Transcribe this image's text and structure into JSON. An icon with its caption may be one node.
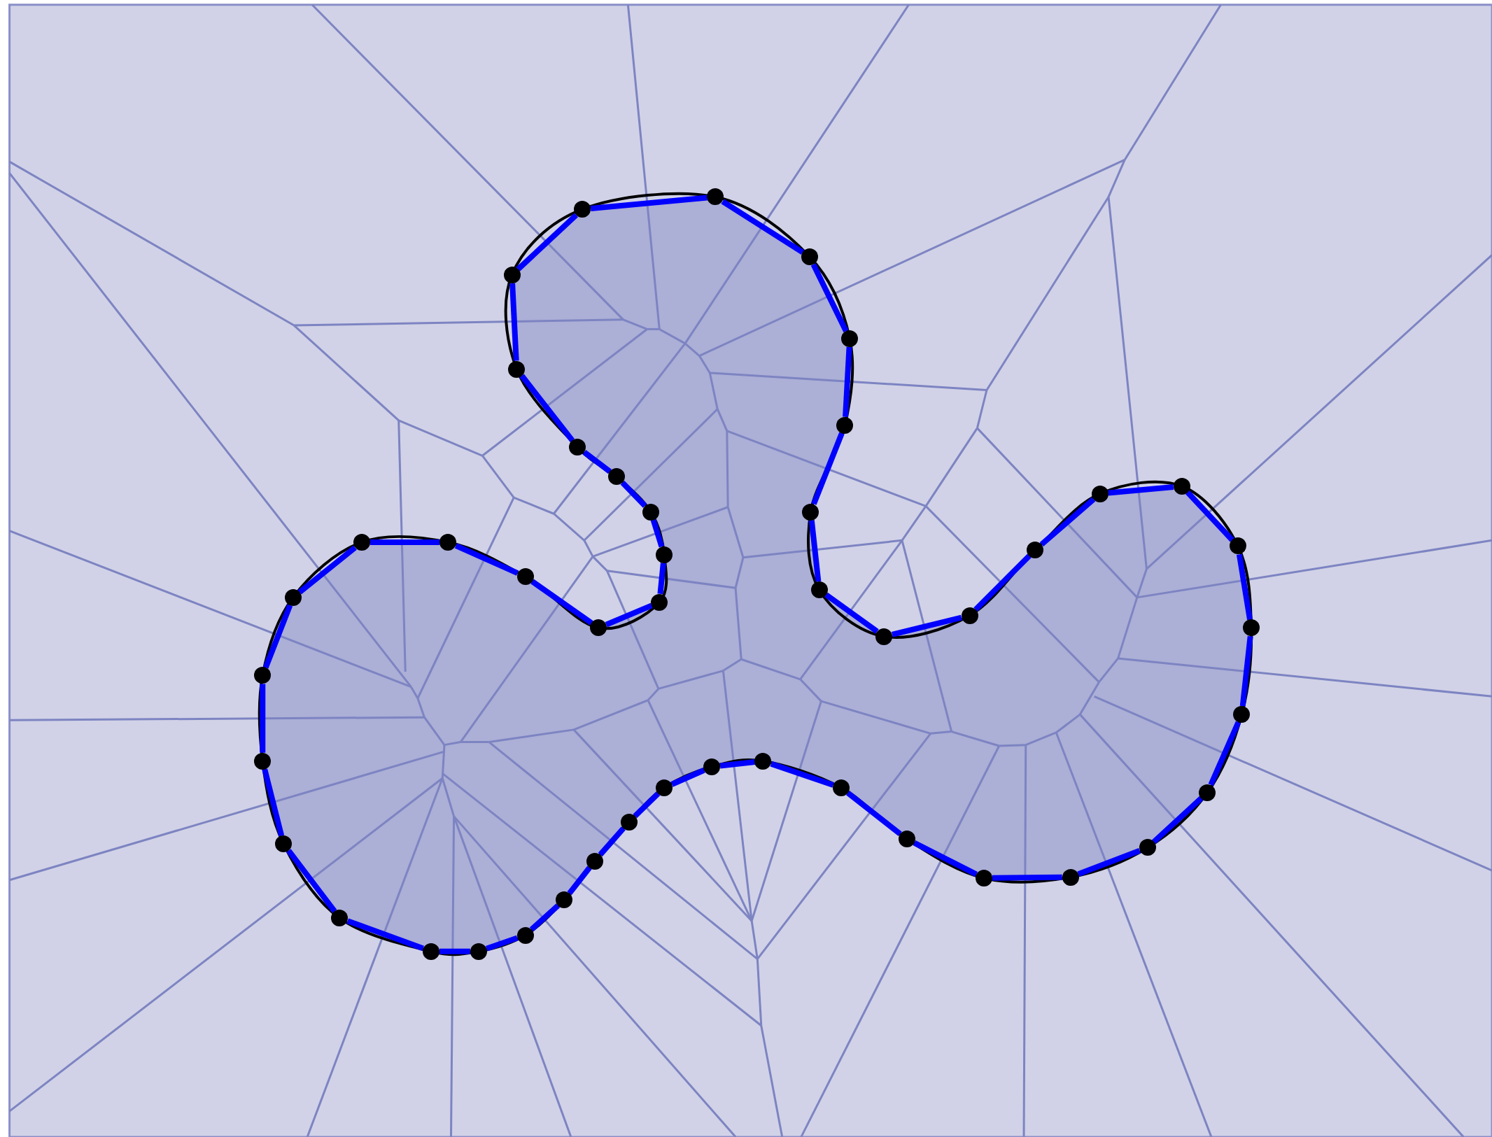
{
  "diagram": {
    "nodes": [
      {
        "text": [],
        "shape": "circle"
      },
      {
        "text": [],
        "shape": "circle"
      },
      {
        "text": [],
        "shape": "circle"
      },
      {
        "text": [],
        "shape": "circle"
      },
      {
        "text": [],
        "shape": "circle"
      },
      {
        "text": [],
        "shape": "circle"
      },
      {
        "text": [],
        "shape": "circle"
      },
      {
        "text": [],
        "shape": "circle"
      },
      {
        "text": [],
        "shape": "circle"
      },
      {
        "text": [],
        "shape": "circle"
      },
      {
        "text": [],
        "shape": "circle"
      },
      {
        "text": [],
        "shape": "circle"
      },
      {
        "text": [],
        "shape": "circle"
      },
      {
        "text": [],
        "shape": "circle"
      },
      {
        "text": [],
        "shape": "circle"
      },
      {
        "text": [],
        "shape": "circle"
      },
      {
        "text": [],
        "shape": "circle"
      },
      {
        "text": [],
        "shape": "circle"
      },
      {
        "text": [],
        "shape": "circle"
      },
      {
        "text": [],
        "shape": "circle"
      },
      {
        "text": [],
        "shape": "circle"
      },
      {
        "text": [],
        "shape": "circle"
      },
      {
        "text": [],
        "shape": "circle"
      },
      {
        "text": [],
        "shape": "circle"
      },
      {
        "text": [],
        "shape": "circle"
      },
      {
        "text": [],
        "shape": "circle"
      },
      {
        "text": [],
        "shape": "circle"
      },
      {
        "text": [],
        "shape": "circle"
      },
      {
        "text": [],
        "shape": "circle"
      },
      {
        "text": [],
        "shape": "circle"
      },
      {
        "text": [],
        "shape": "circle"
      },
      {
        "text": [],
        "shape": "circle"
      },
      {
        "text": [],
        "shape": "circle"
      },
      {
        "text": [],
        "shape": "circle"
      },
      {
        "text": [],
        "shape": "circle"
      },
      {
        "text": [],
        "shape": "circle"
      },
      {
        "text": [],
        "shape": "circle"
      },
      {
        "text": [],
        "shape": "circle"
      },
      {
        "text": [],
        "shape": "circle"
      },
      {
        "text": [],
        "shape": "circle"
      },
      {
        "text": [],
        "shape": "circle"
      },
      {
        "text": [],
        "shape": "circle"
      },
      {
        "text": [],
        "shape": "circle"
      },
      {
        "text": [],
        "shape": "circle"
      },
      {
        "text": [],
        "shape": "circle"
      },
      {
        "text": [],
        "shape": "circle"
      }
    ],
    "edges": [
      {
        "from": 0,
        "to": 1,
        "arrow": "none"
      },
      {
        "from": 1,
        "to": 2,
        "arrow": "none"
      },
      {
        "from": 2,
        "to": 3,
        "arrow": "none"
      },
      {
        "from": 3,
        "to": 4,
        "arrow": "none"
      },
      {
        "from": 4,
        "to": 5,
        "arrow": "none"
      },
      {
        "from": 5,
        "to": 6,
        "arrow": "none"
      },
      {
        "from": 6,
        "to": 7,
        "arrow": "none"
      },
      {
        "from": 7,
        "to": 8,
        "arrow": "none"
      },
      {
        "from": 8,
        "to": 9,
        "arrow": "none"
      },
      {
        "from": 9,
        "to": 10,
        "arrow": "none"
      },
      {
        "from": 10,
        "to": 11,
        "arrow": "none"
      },
      {
        "from": 11,
        "to": 12,
        "arrow": "none"
      },
      {
        "from": 12,
        "to": 13,
        "arrow": "none"
      },
      {
        "from": 13,
        "to": 14,
        "arrow": "none"
      },
      {
        "from": 14,
        "to": 15,
        "arrow": "none"
      },
      {
        "from": 15,
        "to": 16,
        "arrow": "none"
      },
      {
        "from": 16,
        "to": 17,
        "arrow": "none"
      },
      {
        "from": 17,
        "to": 18,
        "arrow": "none"
      },
      {
        "from": 18,
        "to": 19,
        "arrow": "none"
      },
      {
        "from": 19,
        "to": 20,
        "arrow": "none"
      },
      {
        "from": 20,
        "to": 21,
        "arrow": "none"
      },
      {
        "from": 21,
        "to": 22,
        "arrow": "none"
      },
      {
        "from": 22,
        "to": 23,
        "arrow": "none"
      },
      {
        "from": 23,
        "to": 24,
        "arrow": "none"
      },
      {
        "from": 24,
        "to": 25,
        "arrow": "none"
      },
      {
        "from": 25,
        "to": 26,
        "arrow": "none"
      },
      {
        "from": 26,
        "to": 27,
        "arrow": "none"
      },
      {
        "from": 27,
        "to": 28,
        "arrow": "none"
      },
      {
        "from": 28,
        "to": 29,
        "arrow": "none"
      },
      {
        "from": 29,
        "to": 30,
        "arrow": "none"
      },
      {
        "from": 30,
        "to": 31,
        "arrow": "none"
      },
      {
        "from": 31,
        "to": 32,
        "arrow": "none"
      },
      {
        "from": 32,
        "to": 33,
        "arrow": "none"
      },
      {
        "from": 33,
        "to": 34,
        "arrow": "none"
      },
      {
        "from": 34,
        "to": 35,
        "arrow": "none"
      },
      {
        "from": 35,
        "to": 36,
        "arrow": "none"
      },
      {
        "from": 36,
        "to": 37,
        "arrow": "none"
      },
      {
        "from": 37,
        "to": 38,
        "arrow": "none"
      },
      {
        "from": 38,
        "to": 39,
        "arrow": "none"
      },
      {
        "from": 39,
        "to": 40,
        "arrow": "none"
      },
      {
        "from": 40,
        "to": 41,
        "arrow": "none"
      },
      {
        "from": 41,
        "to": 42,
        "arrow": "none"
      },
      {
        "from": 42,
        "to": 43,
        "arrow": "none"
      },
      {
        "from": 43,
        "to": 44,
        "arrow": "none"
      },
      {
        "from": 44,
        "to": 45,
        "arrow": "none"
      },
      {
        "from": 45,
        "to": 0,
        "arrow": "none"
      }
    ]
  }
}
